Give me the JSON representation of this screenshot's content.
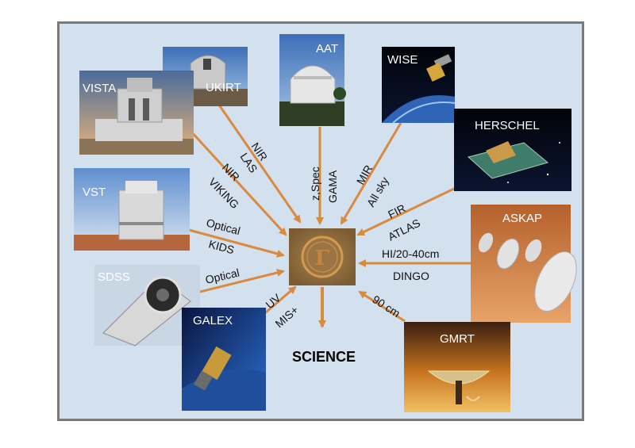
{
  "colors": {
    "arrow": "#d88a3e",
    "background": "#d3e0ee",
    "border": "#7a7a7a",
    "hub": "#8b6a3e"
  },
  "hub": {
    "symbol": "Γ",
    "icon": "gamma-logo-icon"
  },
  "output": {
    "label": "SCIENCE"
  },
  "tiles": {
    "vista": "VISTA",
    "ukirt": "UKIRT",
    "aat": "AAT",
    "wise": "WISE",
    "herschel": "HERSCHEL",
    "vst": "VST",
    "askap": "ASKAP",
    "sdss": "SDSS",
    "galex": "GALEX",
    "gmrt": "GMRT"
  },
  "edge_labels": {
    "ukirt_1": "NIR",
    "ukirt_2": "LAS",
    "vista_1": "NIR",
    "vista_2": "VIKING",
    "aat_1": "z,Spec",
    "aat_2": "GAMA",
    "wise_1": "MIR",
    "wise_2": "All sky",
    "herschel_1": "FIR",
    "herschel_2": "ATLAS",
    "vst_1": "Optical",
    "vst_2": "KIDS",
    "askap_1": "HI/20-40cm",
    "askap_2": "DINGO",
    "sdss_1": "Optical",
    "galex_1": "UV",
    "galex_2": "MIS+",
    "gmrt_1": "90 cm"
  }
}
